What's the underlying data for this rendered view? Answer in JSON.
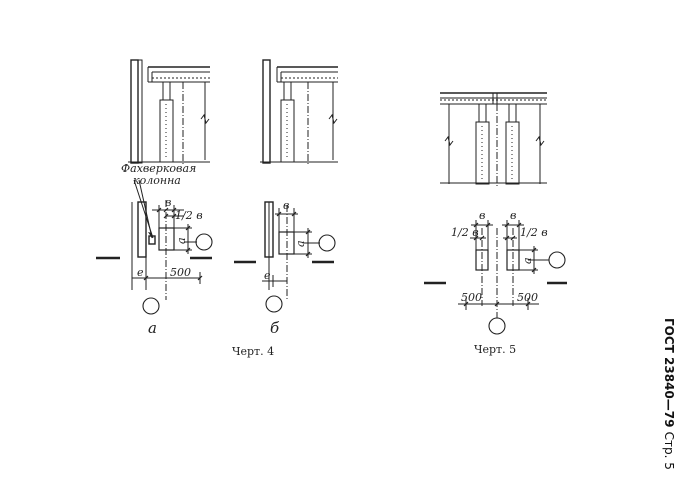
{
  "figure4": {
    "caption": "Черт. 4",
    "callout": [
      "Фахверковая",
      "колонна"
    ],
    "sub_a": "а",
    "sub_b": "б",
    "dims": {
      "b": "в",
      "half_b": "1/2 в",
      "a": "а",
      "e": "е",
      "d500": "500"
    }
  },
  "figure5": {
    "caption": "Черт. 5",
    "dims": {
      "b": "в",
      "half_b": "1/2 в",
      "a": "а",
      "d500": "500"
    }
  },
  "header": {
    "standard": "ГОСТ 23840—79",
    "page": "Стр. 5"
  }
}
